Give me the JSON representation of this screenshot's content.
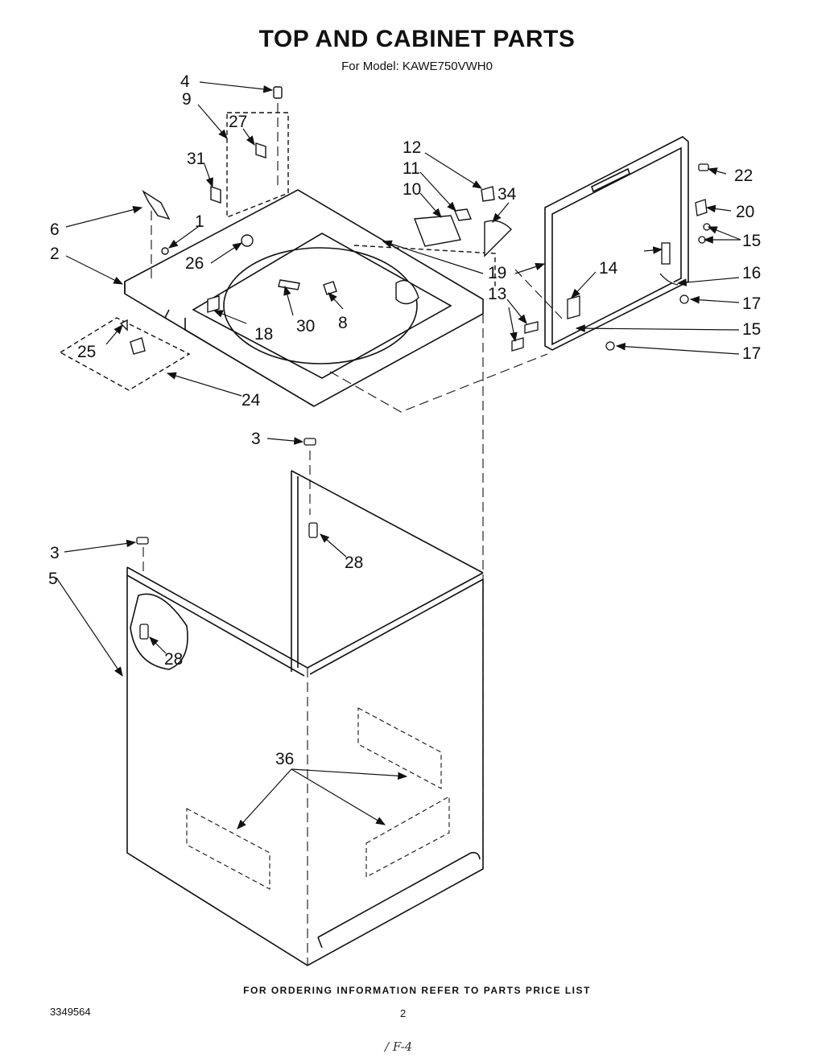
{
  "header": {
    "title": "TOP AND CABINET PARTS",
    "model_line": "For Model: KAWE750VWH0"
  },
  "footer": {
    "ordering_note": "FOR ORDERING INFORMATION REFER TO PARTS PRICE LIST",
    "doc_number": "3349564",
    "page_number": "2",
    "handwritten_note": "/ F-4"
  },
  "callouts": {
    "c1": "1",
    "c2": "2",
    "c3a": "3",
    "c3b": "3",
    "c4": "4",
    "c5": "5",
    "c6": "6",
    "c8": "8",
    "c9": "9",
    "c10": "10",
    "c11": "11",
    "c12": "12",
    "c13": "13",
    "c14": "14",
    "c15a": "15",
    "c15b": "15",
    "c16": "16",
    "c17a": "17",
    "c17b": "17",
    "c18": "18",
    "c19": "19",
    "c20": "20",
    "c22": "22",
    "c24": "24",
    "c25": "25",
    "c26": "26",
    "c27": "27",
    "c28a": "28",
    "c28b": "28",
    "c30": "30",
    "c31": "31",
    "c34": "34",
    "c36": "36"
  }
}
